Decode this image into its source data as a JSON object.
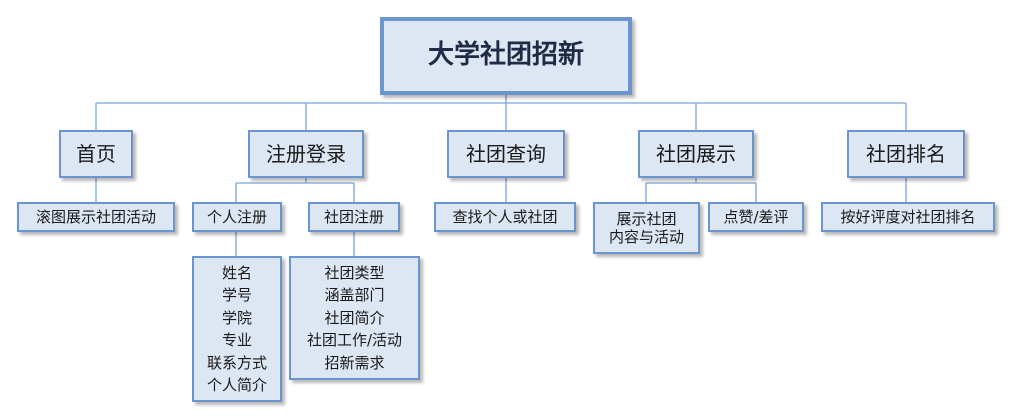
{
  "root": {
    "label": "大学社团招新"
  },
  "sections": [
    {
      "label": "首页",
      "children": [
        {
          "label": "滚图展示社团活动"
        }
      ]
    },
    {
      "label": "注册登录",
      "children": [
        {
          "label": "个人注册",
          "details": [
            "姓名",
            "学号",
            "学院",
            "专业",
            "联系方式",
            "个人简介"
          ]
        },
        {
          "label": "社团注册",
          "details": [
            "社团类型",
            "涵盖部门",
            "社团简介",
            "社团工作/活动",
            "招新需求"
          ]
        }
      ]
    },
    {
      "label": "社团查询",
      "children": [
        {
          "label": "查找个人或社团"
        }
      ]
    },
    {
      "label": "社团展示",
      "children": [
        {
          "label_lines": [
            "展示社团",
            "内容与活动"
          ]
        },
        {
          "label": "点赞/差评"
        }
      ]
    },
    {
      "label": "社团排名",
      "children": [
        {
          "label": "按好评度对社团排名"
        }
      ]
    }
  ]
}
